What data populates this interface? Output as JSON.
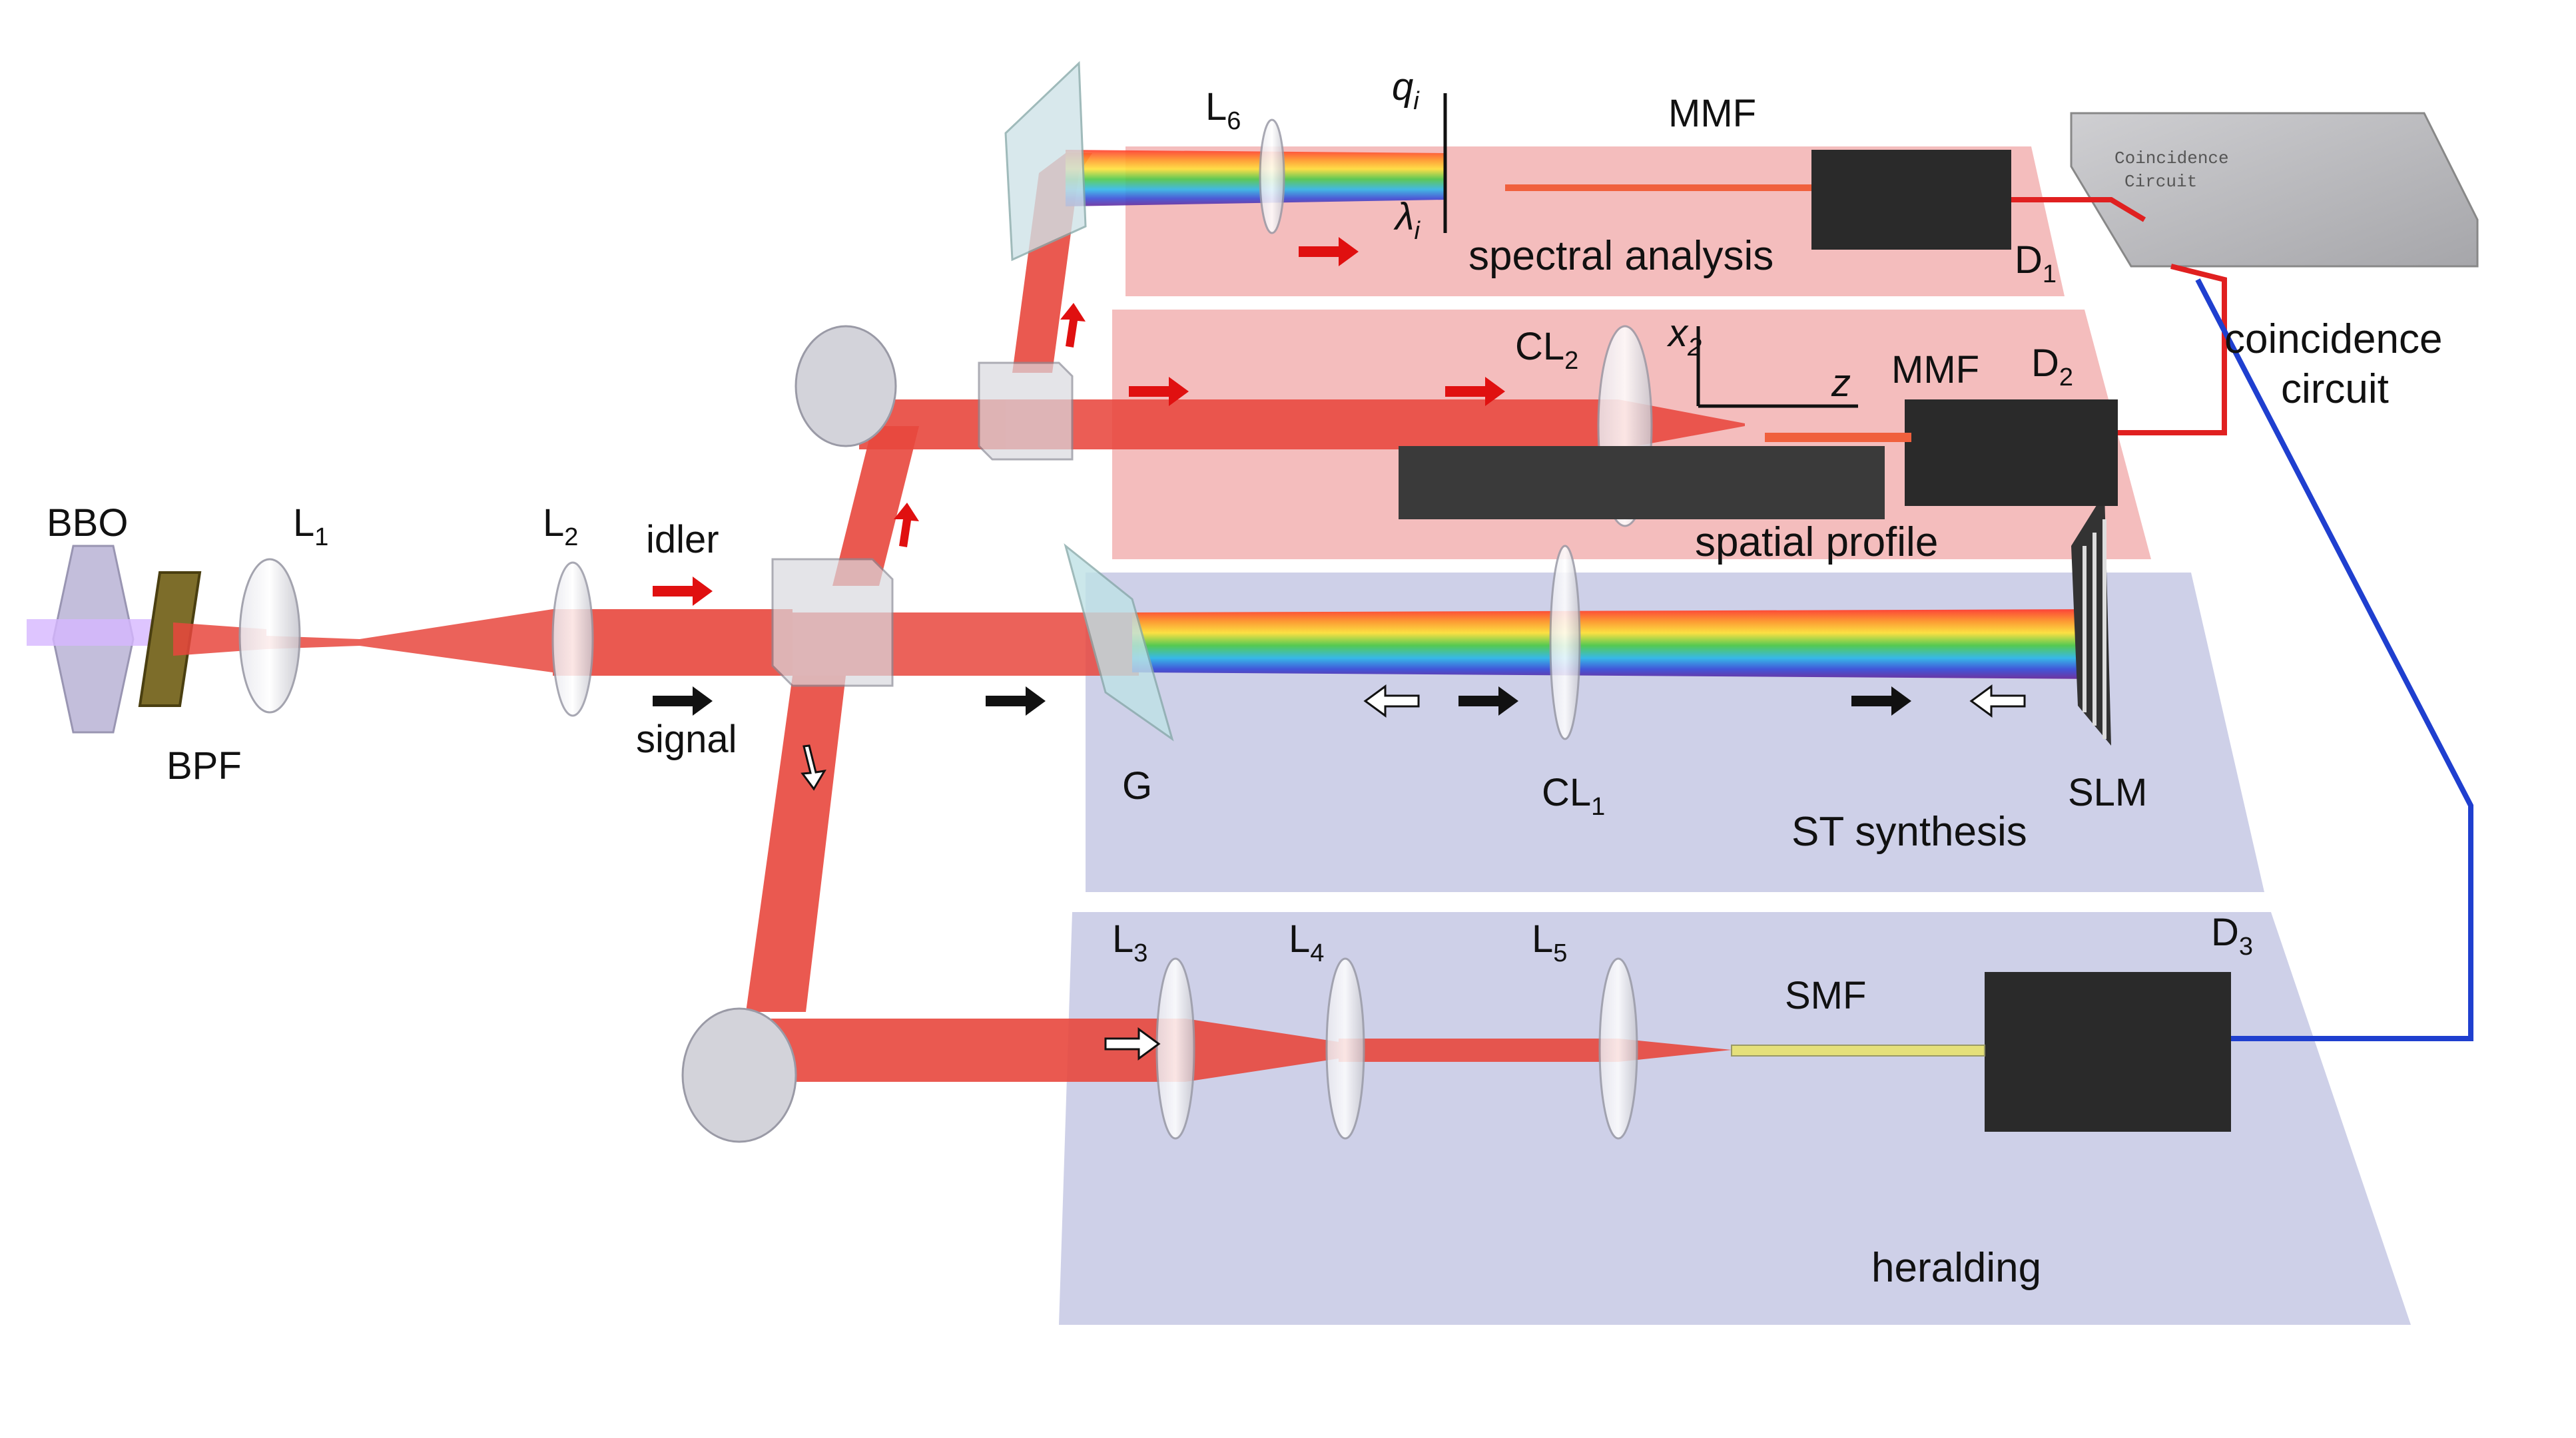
{
  "labels": {
    "bbo": "BBO",
    "bpf": "BPF",
    "l1_main": "L",
    "l1_sub": "1",
    "l2_main": "L",
    "l2_sub": "2",
    "l3_main": "L",
    "l3_sub": "3",
    "l4_main": "L",
    "l4_sub": "4",
    "l5_main": "L",
    "l5_sub": "5",
    "l6_main": "L",
    "l6_sub": "6",
    "idler": "idler",
    "signal": "signal",
    "g": "G",
    "cl1_main": "CL",
    "cl1_sub": "1",
    "cl2_main": "CL",
    "cl2_sub": "2",
    "slm": "SLM",
    "st_synthesis": "ST synthesis",
    "heralding": "heralding",
    "spectral_analysis": "spectral analysis",
    "spatial_profile": "spatial profile",
    "mmf_top": "MMF",
    "mmf_mid": "MMF",
    "smf": "SMF",
    "d1_main": "D",
    "d1_sub": "1",
    "d2_main": "D",
    "d2_sub": "2",
    "d3_main": "D",
    "d3_sub": "3",
    "q_main": "q",
    "q_sub": "i",
    "lambda_main": "λ",
    "lambda_sub": "i",
    "x_main": "x",
    "x_sub": "2",
    "z": "z",
    "coincidence_line1": "coincidence",
    "coincidence_line2": "circuit",
    "chip_line1": "Coincidence",
    "chip_line2": "Circuit"
  },
  "colors": {
    "beam": "#e8473d",
    "arrow_idler": "#e01010",
    "arrow_signal": "#111111",
    "plane_red": "#f2b2b2",
    "plane_blue": "#c9cbe6",
    "detector": "#2a2a2a",
    "wire_red": "#e02020",
    "wire_blue": "#1f3fcf"
  }
}
